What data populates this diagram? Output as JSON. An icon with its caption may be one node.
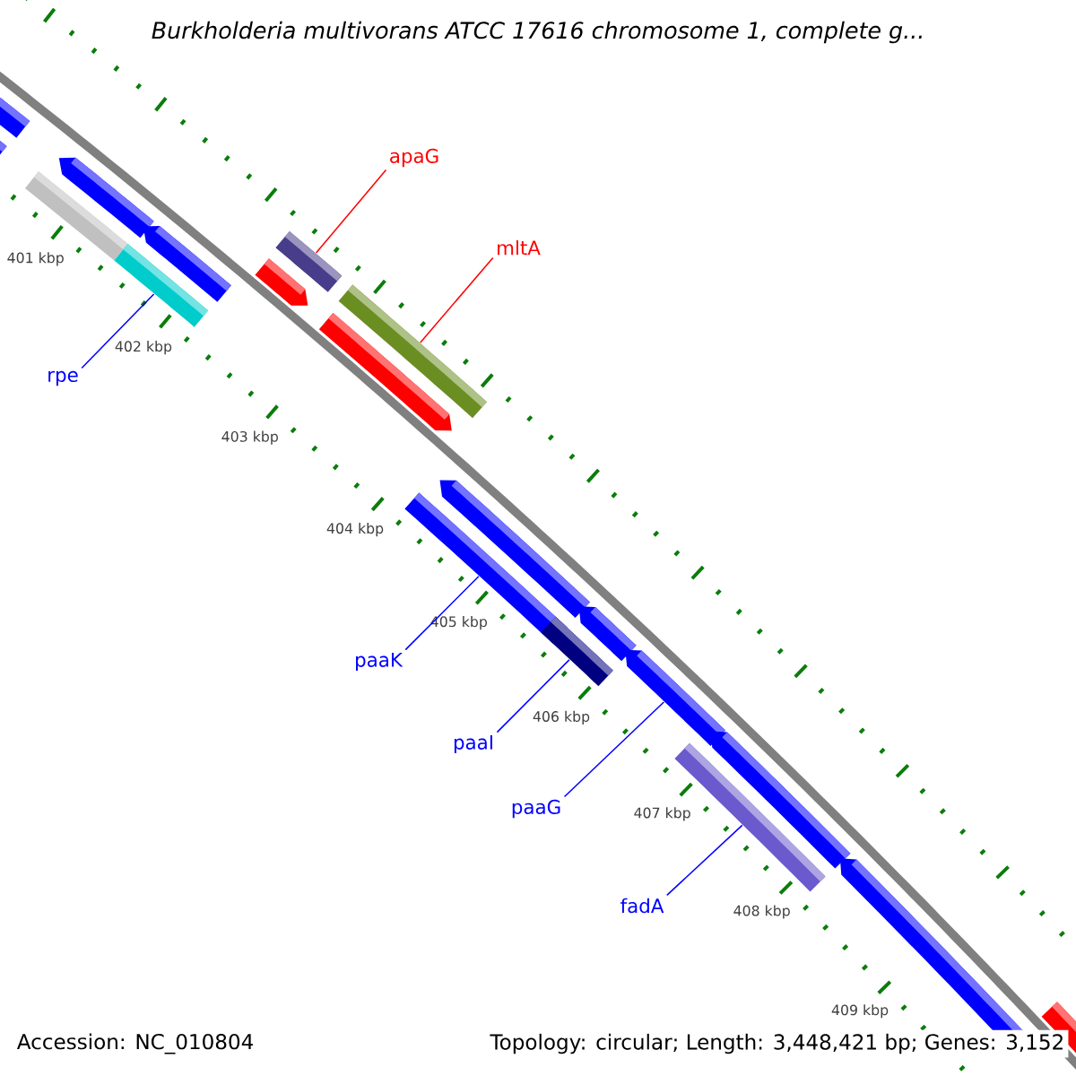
{
  "diagram": {
    "title": "Burkholderia multivorans ATCC 17616 chromosome 1, complete g...",
    "nodes": [
      {
        "text": [
          "rpe"
        ]
      },
      {
        "text": [
          "apaG"
        ]
      },
      {
        "text": [
          "mltA"
        ]
      },
      {
        "text": [
          "paaK"
        ]
      },
      {
        "text": [
          "paaI"
        ]
      },
      {
        "text": [
          "paaG"
        ]
      },
      {
        "text": [
          "fadA"
        ]
      },
      {
        "text": [],
        "shape": "bar"
      },
      {
        "text": [],
        "shape": "bar"
      },
      {
        "text": [],
        "shape": "bar"
      },
      {
        "text": [],
        "shape": "bar"
      },
      {
        "text": [],
        "shape": "bar"
      },
      {
        "text": [],
        "shape": "bar"
      },
      {
        "text": [],
        "shape": "bar"
      }
    ],
    "edges": [
      {
        "from": 0,
        "to": 7,
        "arrow": "none"
      },
      {
        "from": 1,
        "to": 8,
        "arrow": "none",
        "color": "#ff0000"
      },
      {
        "from": 2,
        "to": 9,
        "arrow": "none",
        "color": "#ff0000"
      },
      {
        "from": 3,
        "to": 10,
        "arrow": "none"
      },
      {
        "from": 4,
        "to": 11,
        "arrow": "none"
      },
      {
        "from": 5,
        "to": 12,
        "arrow": "none"
      },
      {
        "from": 6,
        "to": 13,
        "arrow": "none"
      }
    ],
    "labels": [
      "401 kbp",
      "402 kbp",
      "403 kbp",
      "404 kbp",
      "405 kbp",
      "406 kbp",
      "407 kbp",
      "408 kbp",
      "409 kbp",
      "Accession: NC_010804",
      "Topology: circular; Length: 3,448,421 bp; Genes: 3,152"
    ]
  }
}
